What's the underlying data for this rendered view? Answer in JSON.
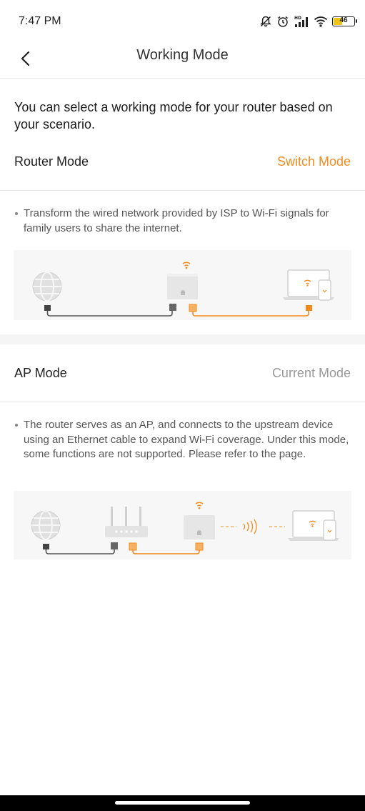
{
  "status_bar": {
    "time": "7:47 PM",
    "battery_level": "46",
    "battery_fraction": 0.46,
    "icons": [
      "bell-off-icon",
      "alarm-icon",
      "hd-signal-icon",
      "wifi-icon",
      "battery-icon"
    ]
  },
  "nav": {
    "title": "Working Mode",
    "back_icon": "chevron-left-icon"
  },
  "intro_text": "You can select a working mode for your router based on your scenario.",
  "modes": [
    {
      "name": "Router Mode",
      "action": "Switch Mode",
      "description": "Transform the wired network provided by ISP to Wi-Fi signals for family users to share the internet."
    },
    {
      "name": "AP Mode",
      "action": "Current Mode",
      "description": "The router serves as an AP, and connects to the upstream device using an Ethernet cable to expand Wi-Fi coverage. Under this mode, some functions are not supported. Please refer to the page."
    }
  ],
  "colors": {
    "accent": "#f08c1f",
    "current_mode": "#9a9a9a",
    "device": "#d9d9d9",
    "cable": "#555555"
  }
}
